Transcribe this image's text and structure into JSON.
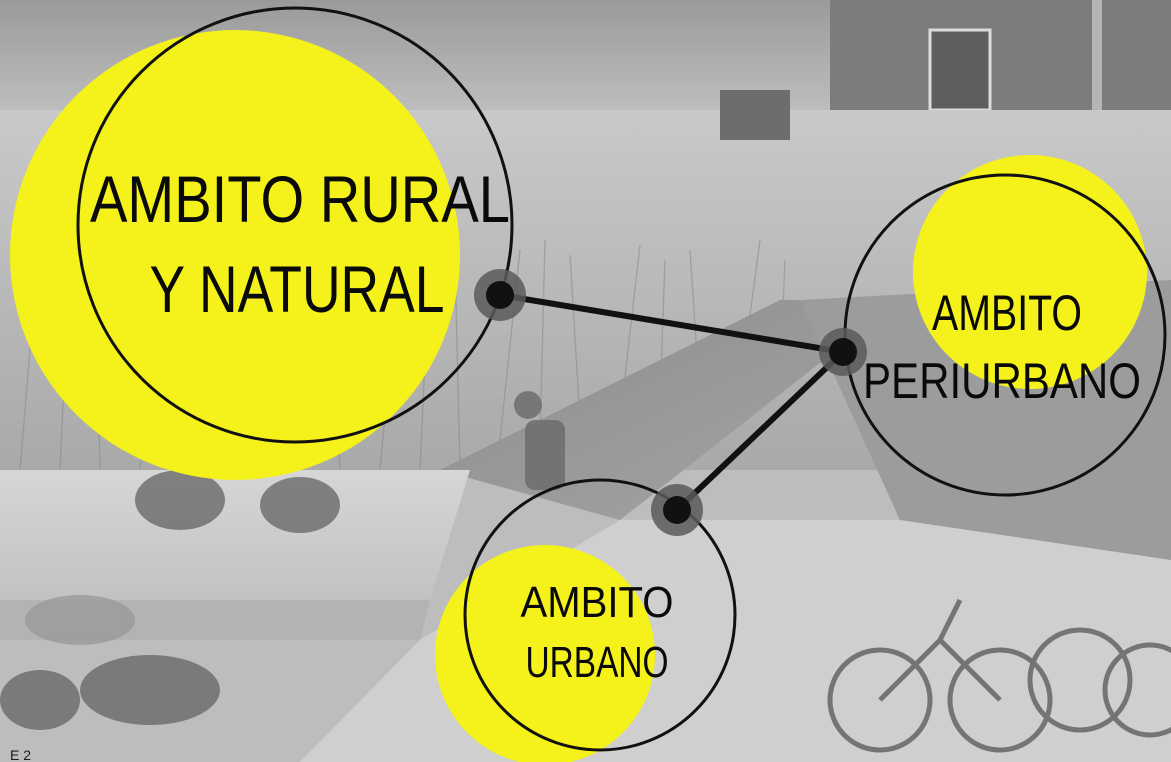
{
  "colors": {
    "accent_yellow": "#f4f21a",
    "ring_stroke": "#111111",
    "connector": "#111111",
    "node_halo": "#5a5a5a",
    "node_core": "#111111",
    "label_ink": "#0a0a0a"
  },
  "nodes": {
    "rural": {
      "line1": "AMBITO RURAL",
      "line2": "Y NATURAL"
    },
    "periurban": {
      "line1": "AMBITO",
      "line2": "PERIURBANO"
    },
    "urban": {
      "line1": "AMBITO",
      "line2": "URBANO"
    }
  },
  "edges": [
    [
      "rural",
      "periurban"
    ],
    [
      "periurban",
      "urban"
    ]
  ],
  "page_number": "E 2"
}
